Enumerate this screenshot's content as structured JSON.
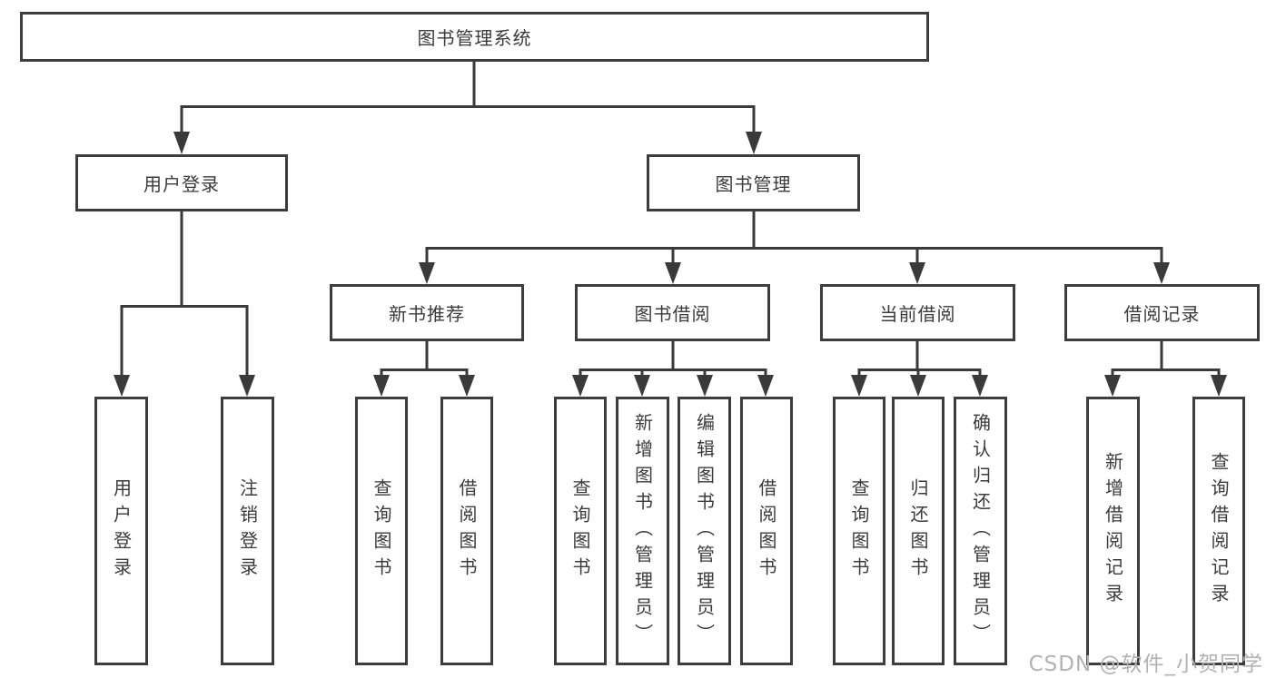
{
  "nodes": {
    "root": "图书管理系统",
    "level2": [
      "用户登录",
      "图书管理"
    ],
    "level3": [
      "新书推荐",
      "图书借阅",
      "当前借阅",
      "借阅记录"
    ],
    "leaves_user_login": [
      "用户登录",
      "注销登录"
    ],
    "leaves_new_book": [
      "查询图书",
      "借阅图书"
    ],
    "leaves_book_borrow": [
      "查询图书",
      "新增图书（管理员）",
      "编辑图书（管理员）",
      "借阅图书"
    ],
    "leaves_current_borrow": [
      "查询图书",
      "归还图书",
      "确认归还（管理员）"
    ],
    "leaves_borrow_record": [
      "新增借阅记录",
      "查询借阅记录"
    ]
  },
  "watermark": {
    "text": "CSDN @软件_小贺同学"
  },
  "colors": {
    "box_border": "#3d3d3d",
    "box_fill": "#ffffff",
    "connector_line": "#3a3a3a",
    "text": "#3b3b3b",
    "watermark_text": "#b2b2b2",
    "background": "#ffffff"
  }
}
